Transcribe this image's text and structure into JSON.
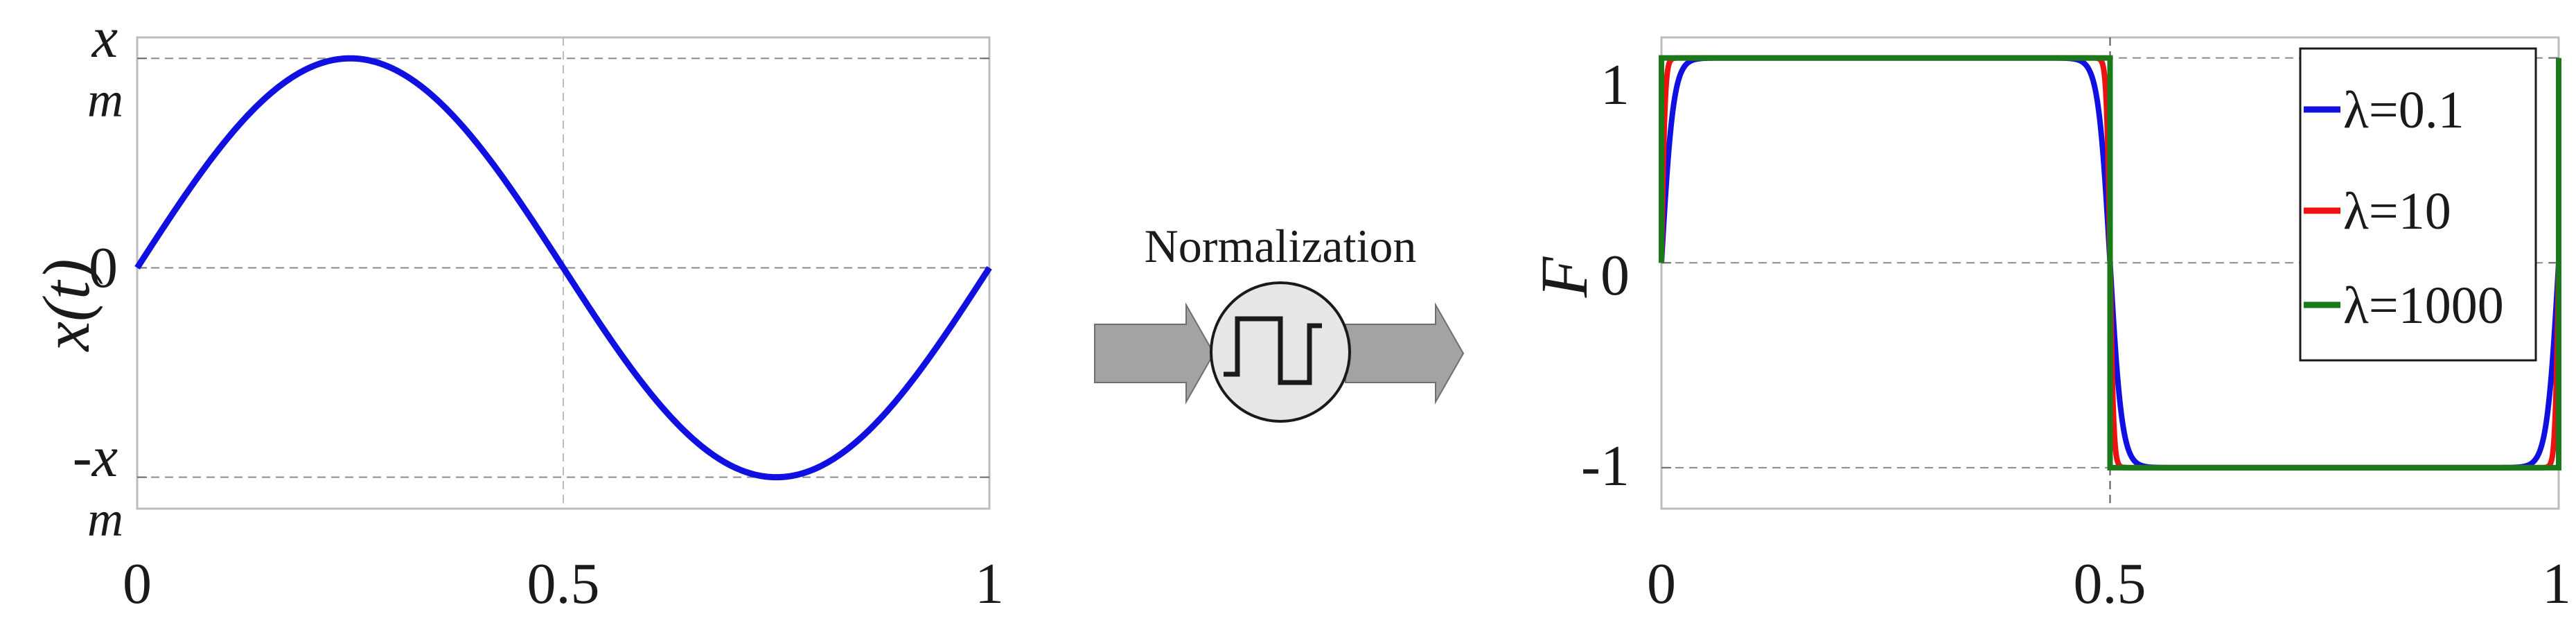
{
  "colors": {
    "blue": "#1010e0",
    "red": "#ee1111",
    "green": "#1a7a1a",
    "arrow": "#a3a3a3",
    "node": "#e6e6e6"
  },
  "middle": {
    "label": "Normalization",
    "icon": "square-wave-icon"
  },
  "chart_data": [
    {
      "type": "line",
      "title": "",
      "xlabel": "",
      "ylabel": "x(t)",
      "xlim": [
        0,
        1
      ],
      "ylim": [
        -1.15,
        1.1
      ],
      "x_ticks": [
        "0",
        "0.5",
        "1"
      ],
      "y_ticks": [
        {
          "value": 1,
          "label": "x",
          "sub": "m"
        },
        {
          "value": 0,
          "label": "0",
          "sub": ""
        },
        {
          "value": -1,
          "label": "-x",
          "sub": "m"
        }
      ],
      "grid": "dashed at y=±1, 0 and x=0.5",
      "series": [
        {
          "function": "sin(2*pi*t)",
          "color": "#1010e0"
        }
      ]
    },
    {
      "type": "line",
      "title": "",
      "xlabel": "",
      "ylabel": "F",
      "xlim": [
        0,
        1
      ],
      "ylim": [
        -1.2,
        1.1
      ],
      "x_ticks": [
        "0",
        "0.5",
        "1"
      ],
      "y_ticks": [
        {
          "value": 1,
          "label": "1"
        },
        {
          "value": 0,
          "label": "0"
        },
        {
          "value": -1,
          "label": "-1"
        }
      ],
      "grid": "dashed at y=±1, 0 and x=0.5",
      "legend_position": "top-right",
      "series": [
        {
          "name": "λ=0.1",
          "lambda": 0.1,
          "color": "#1010e0"
        },
        {
          "name": "λ=10",
          "lambda": 10,
          "color": "#ee1111"
        },
        {
          "name": "λ=1000",
          "lambda": 1000,
          "color": "#1a7a1a"
        }
      ]
    }
  ]
}
